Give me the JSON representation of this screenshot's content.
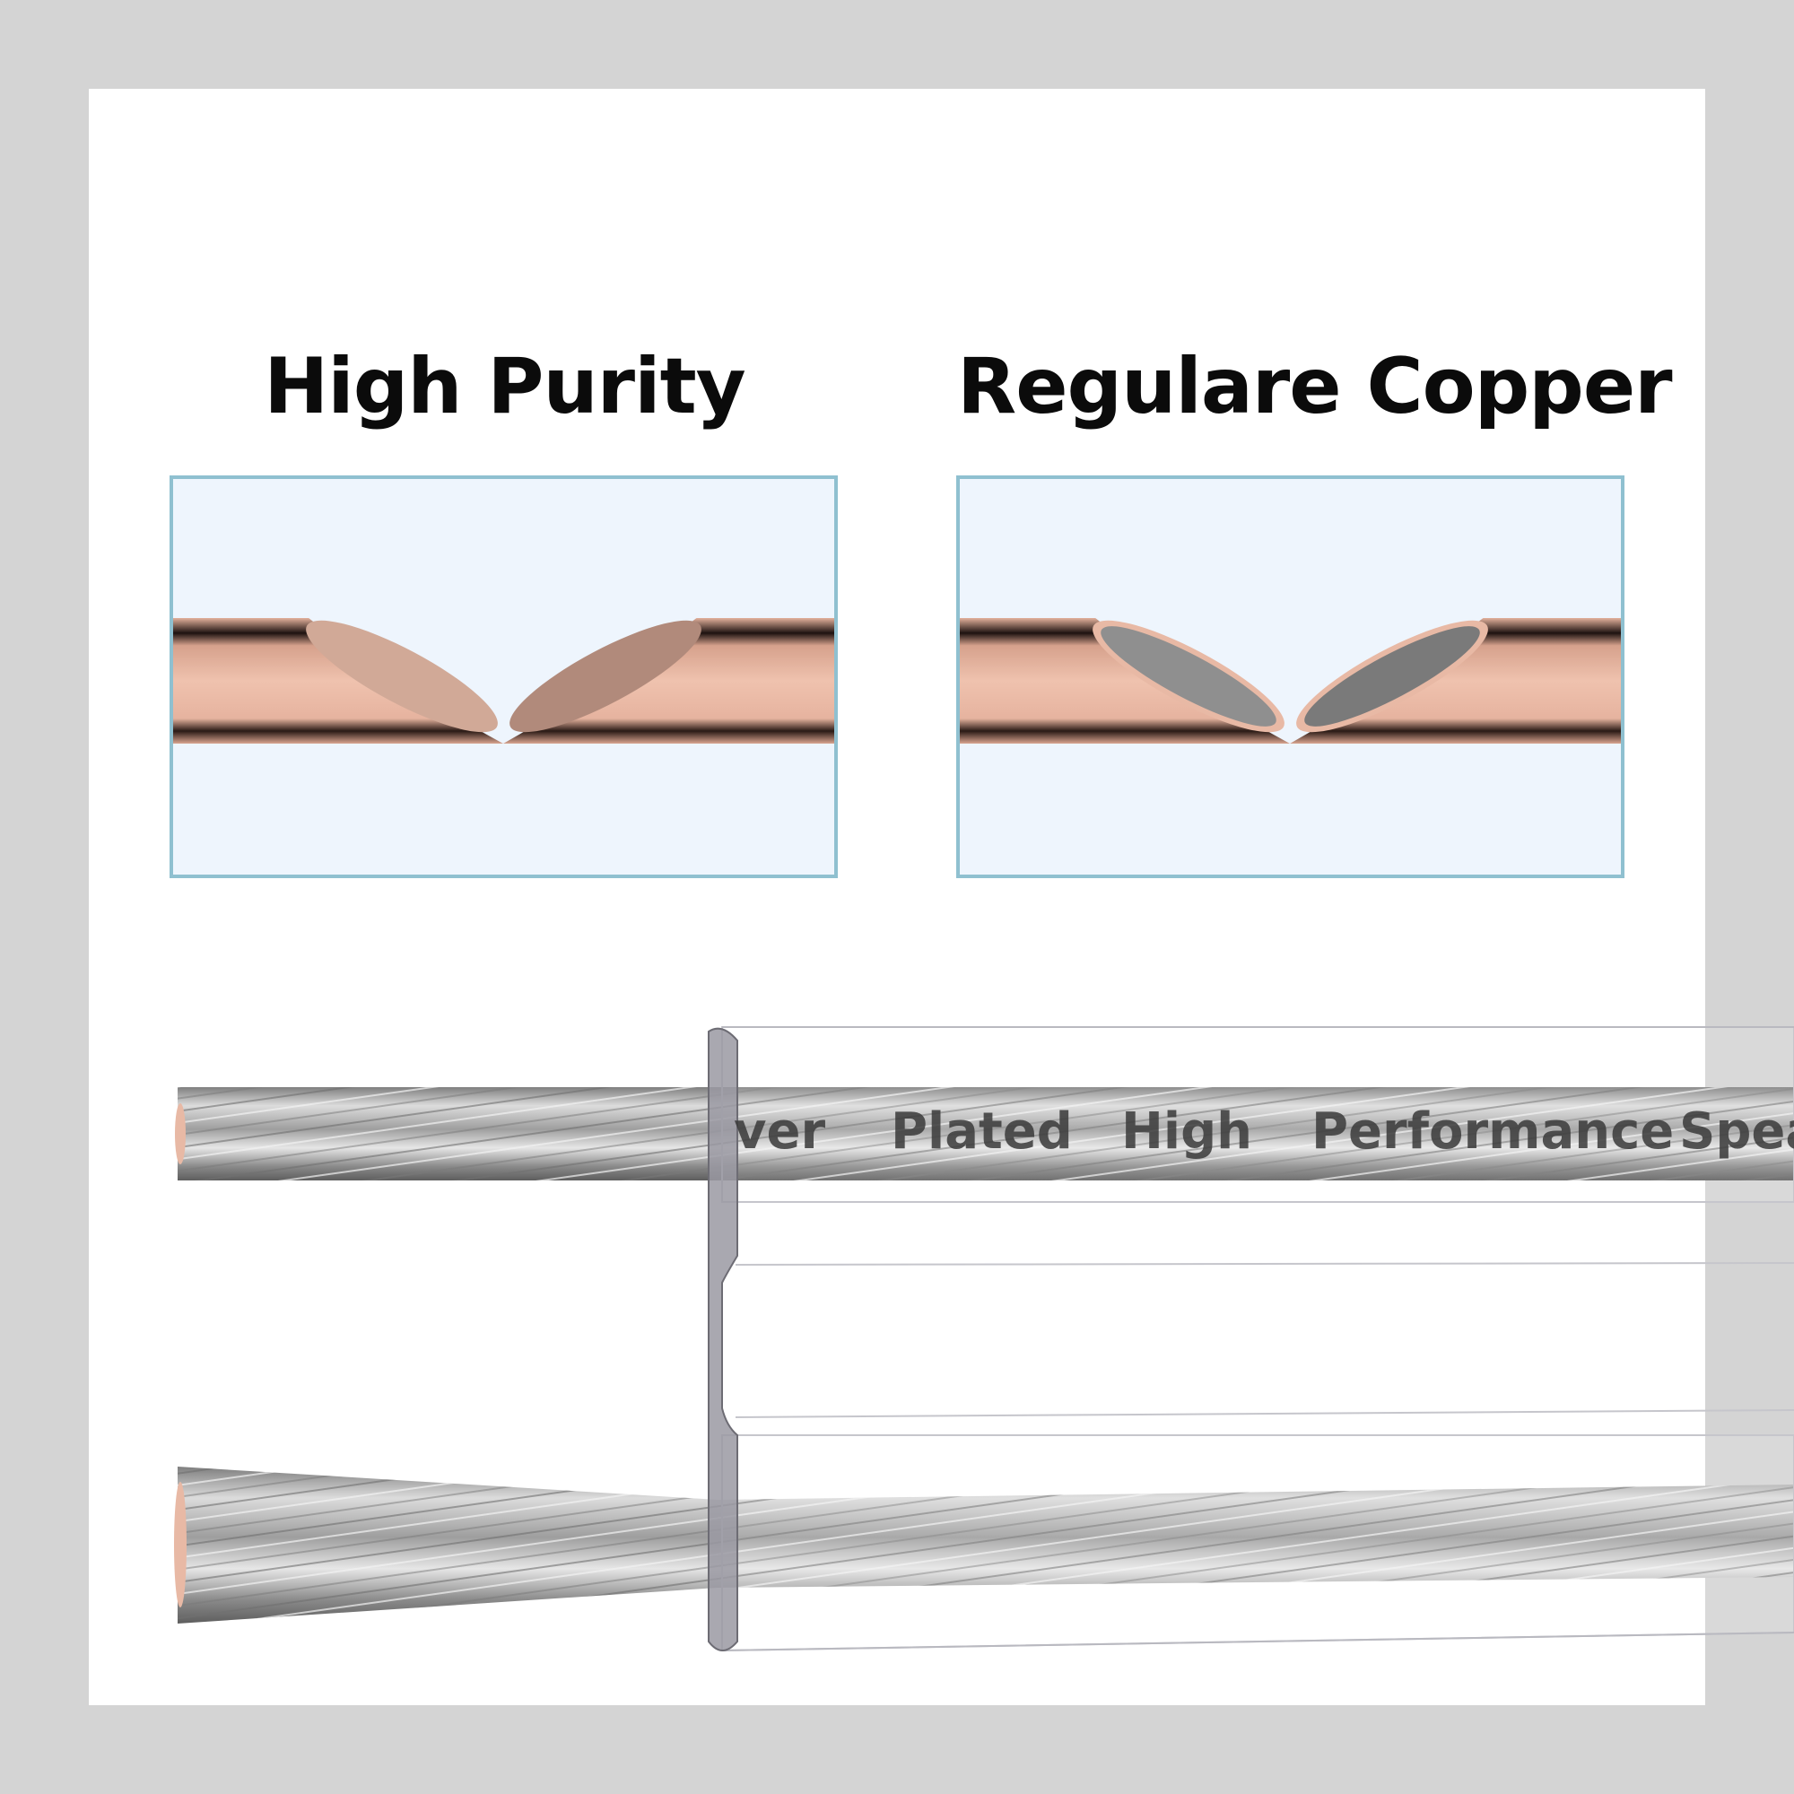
{
  "comparison": {
    "left_title": "High Purity",
    "right_title": "Regulare Copper"
  },
  "cable": {
    "imprint": [
      "ver",
      "Plated",
      "High",
      "Performance",
      "Spea"
    ]
  },
  "colors": {
    "background": "#d4d4d4",
    "card": "#ffffff",
    "panel_fill": "#eef5fd",
    "panel_border": "#8fc0d0",
    "copper": "#e7b7a2",
    "copper_cut": "#c9a395",
    "silver_cut": "#8a8a8a",
    "strand_silver": "#b8b8b8"
  }
}
